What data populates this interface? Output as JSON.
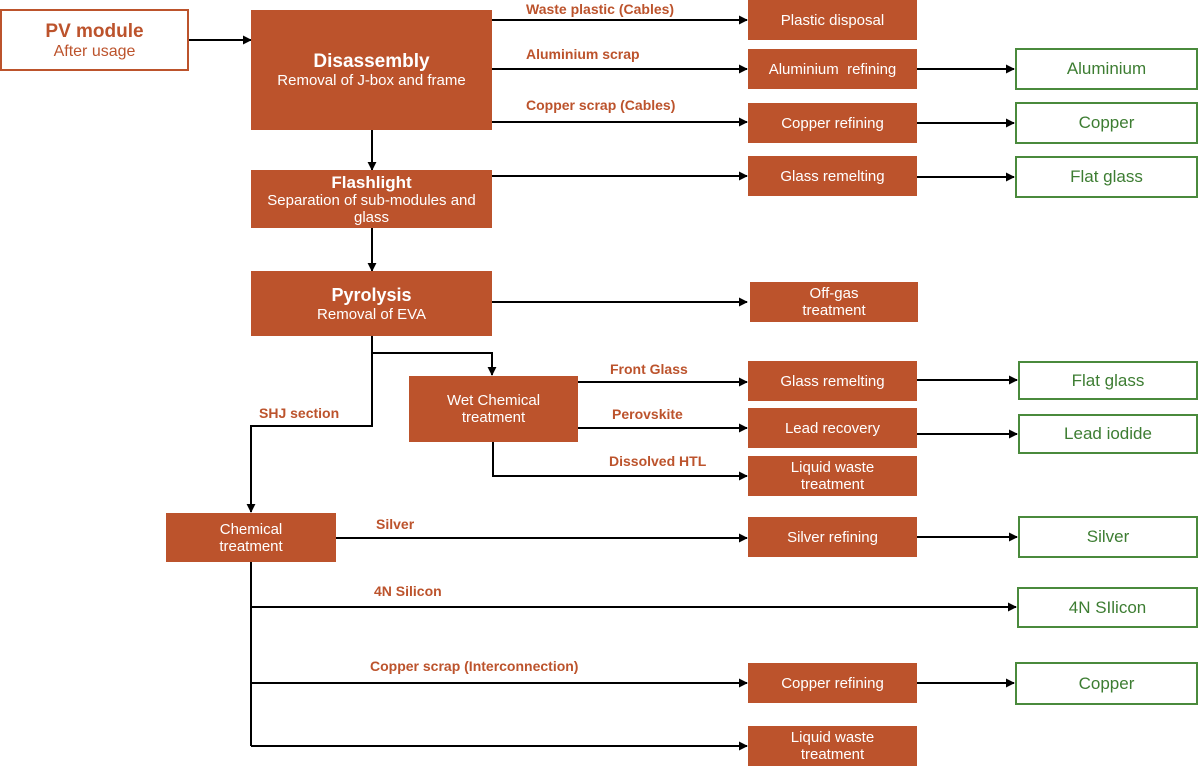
{
  "colors": {
    "process": "#bc532c",
    "output_border": "#4a8a3c",
    "output_text": "#3d7d32",
    "connector": "#000000"
  },
  "start": {
    "title": "PV module",
    "subtitle": "After usage"
  },
  "main": {
    "disassembly": {
      "title": "Disassembly",
      "subtitle": "Removal of J-box and frame"
    },
    "flashlight": {
      "title": "Flashlight",
      "subtitle": "Separation of sub-modules and glass"
    },
    "pyrolysis": {
      "title": "Pyrolysis",
      "subtitle": "Removal of EVA"
    },
    "wet_chemical": "Wet Chemical treatment",
    "chemical": "Chemical treatment"
  },
  "processes": {
    "plastic_disposal": "Plastic disposal",
    "aluminium_refining": "Aluminium  refining",
    "copper_refining_1": "Copper refining",
    "glass_remelting_1": "Glass remelting",
    "offgas": "Off-gas treatment",
    "glass_remelting_2": "Glass remelting",
    "lead_recovery": "Lead recovery",
    "liquid_waste_1": "Liquid waste treatment",
    "silver_refining": "Silver refining",
    "copper_refining_2": "Copper refining",
    "liquid_waste_2": "Liquid waste treatment"
  },
  "outputs": {
    "aluminium": "Aluminium",
    "copper_1": "Copper",
    "flat_glass_1": "Flat glass",
    "flat_glass_2": "Flat glass",
    "lead_iodide": "Lead iodide",
    "silver": "Silver",
    "silicon": "4N SIlicon",
    "copper_2": "Copper"
  },
  "labels": {
    "waste_plastic": "Waste plastic (Cables)",
    "aluminium_scrap": "Aluminium scrap",
    "copper_scrap_cables": "Copper scrap (Cables)",
    "front_glass": "Front Glass",
    "perovskite": "Perovskite",
    "dissolved_htl": "Dissolved HTL",
    "shj_section": "SHJ section",
    "silver": "Silver",
    "silicon_4n": "4N Silicon",
    "copper_scrap_interconnection": "Copper scrap (Interconnection)"
  }
}
